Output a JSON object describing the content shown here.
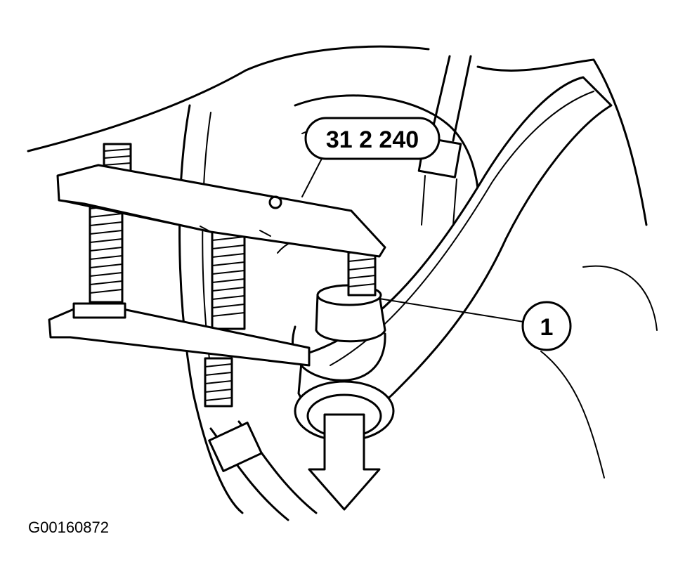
{
  "diagram": {
    "tool_label": "31 2 240",
    "item_label": "1",
    "figure_code": "G00160872"
  },
  "colors": {
    "line": "#000000",
    "background": "#ffffff"
  },
  "icons": {
    "direction": "arrow-down-icon"
  }
}
